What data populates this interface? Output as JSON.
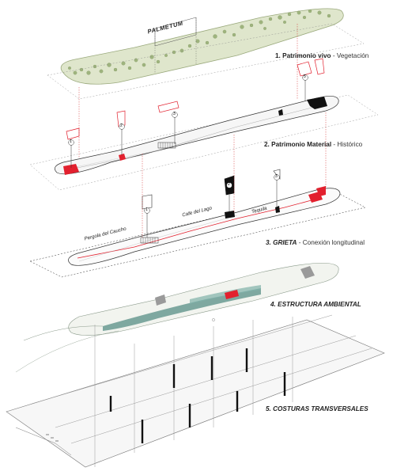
{
  "top_label": "PALMETUM",
  "layers": [
    {
      "number": "1.",
      "title": "Patrimonio vivo",
      "separator": " - ",
      "subtitle": "Vegetación"
    },
    {
      "number": "2.",
      "title": "Patrimonio Material",
      "separator": " - ",
      "subtitle": "Histórico"
    },
    {
      "number": "3.",
      "title": "GRIETA",
      "separator": " - ",
      "subtitle": "Conexión longitudinal"
    },
    {
      "number": "4.",
      "title": "ESTRUCTURA AMBIENTAL",
      "separator": "",
      "subtitle": ""
    },
    {
      "number": "5.",
      "title": "COSTURAS TRANSVERSALES",
      "separator": "",
      "subtitle": ""
    }
  ],
  "places": [
    "Pergola del Caucho",
    "Cafe del Lago",
    "Tequila"
  ],
  "markers": [
    "1",
    "2",
    "3",
    "5"
  ],
  "colors": {
    "accent_red": "#e2202e",
    "vegetation_green": "#b9c99a",
    "line_dark": "#222222",
    "dashed_red": "#d9534f",
    "environment_teal": "#6a9a92"
  }
}
